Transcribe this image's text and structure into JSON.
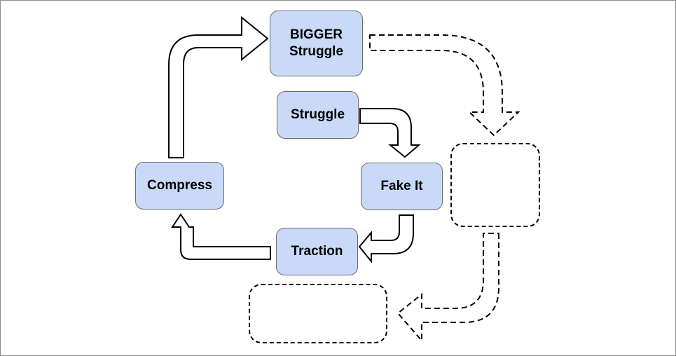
{
  "diagram": {
    "nodes": {
      "bigger_struggle": {
        "line1": "BIGGER",
        "line2": "Struggle"
      },
      "struggle": {
        "label": "Struggle"
      },
      "fake_it": {
        "label": "Fake It"
      },
      "traction": {
        "label": "Traction"
      },
      "compress": {
        "label": "Compress"
      },
      "placeholder_right": {
        "label": ""
      },
      "placeholder_bottom": {
        "label": ""
      }
    },
    "colors": {
      "node_fill": "#c9daf8",
      "node_border": "#6b6b6b",
      "arrow_stroke": "#000000",
      "arrow_fill": "#ffffff"
    }
  }
}
